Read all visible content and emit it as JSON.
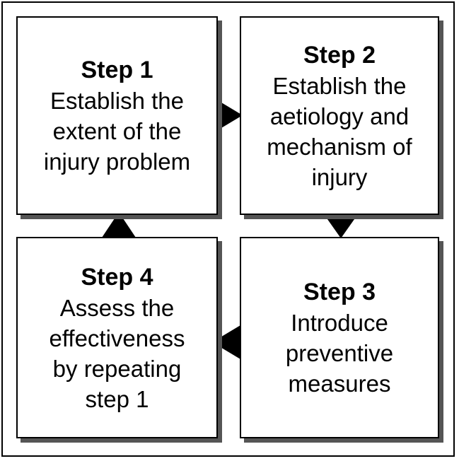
{
  "steps": [
    {
      "title": "Step 1",
      "lines": [
        "Establish the",
        "extent of the",
        "injury problem"
      ]
    },
    {
      "title": "Step 2",
      "lines": [
        "Establish the",
        "aetiology and",
        "mechanism of",
        "injury"
      ]
    },
    {
      "title": "Step 3",
      "lines": [
        "Introduce",
        "preventive",
        "measures"
      ]
    },
    {
      "title": "Step 4",
      "lines": [
        "Assess the",
        "effectiveness",
        "by repeating",
        "step 1"
      ]
    }
  ]
}
